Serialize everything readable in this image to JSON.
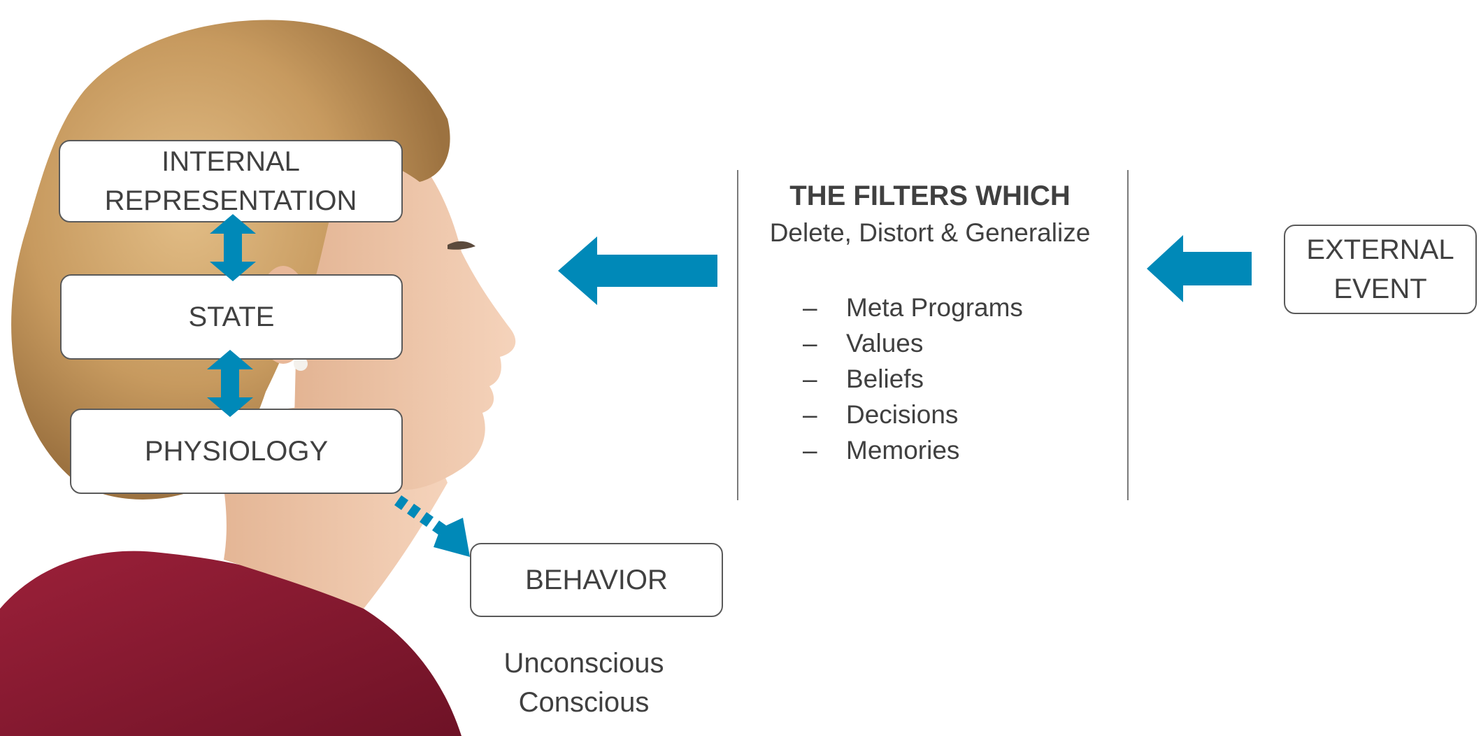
{
  "colors": {
    "arrow": "#0089b8",
    "box_border": "#5a5a5a",
    "text": "#404040",
    "shirt": "#8e1a32",
    "hair": "#c79a5f",
    "skin": "#efc6a8"
  },
  "boxes": {
    "internal_representation": "INTERNAL\nREPRESENTATION",
    "state": "STATE",
    "physiology": "PHYSIOLOGY",
    "behavior": "BEHAVIOR",
    "external_event": "EXTERNAL\nEVENT"
  },
  "filters": {
    "title": "THE FILTERS WHICH",
    "subtitle": "Delete, Distort & Generalize",
    "items": [
      {
        "dash": "–",
        "label": "Meta Programs"
      },
      {
        "dash": "–",
        "label": "Values"
      },
      {
        "dash": "–",
        "label": "Beliefs"
      },
      {
        "dash": "–",
        "label": "Decisions"
      },
      {
        "dash": "–",
        "label": "Memories"
      }
    ]
  },
  "levels": {
    "unconscious": "Unconscious",
    "conscious": "Conscious"
  },
  "icons": {
    "arrow_external_to_filters": "left-arrow-icon",
    "arrow_filters_to_person": "left-arrow-icon",
    "arrow_ir_state": "double-vertical-arrow-icon",
    "arrow_state_physiology": "double-vertical-arrow-icon",
    "arrow_physiology_behavior": "dashed-diagonal-arrow-icon"
  }
}
